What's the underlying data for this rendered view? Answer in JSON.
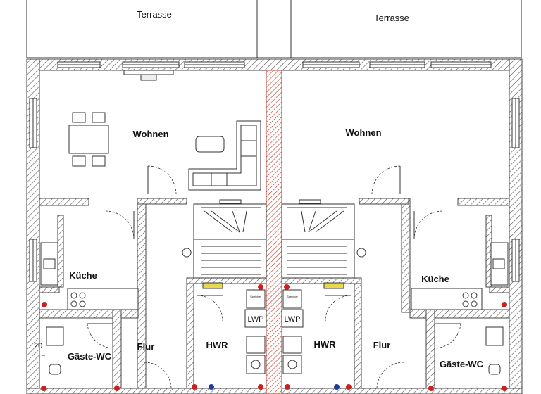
{
  "plan": {
    "terraces": [
      "Terrasse",
      "Terrasse"
    ],
    "rooms": {
      "wohnen_left": "Wohnen",
      "wohnen_right": "Wohnen",
      "kueche_left": "Küche",
      "kueche_right": "Küche",
      "flur_left": "Flur",
      "flur_right": "Flur",
      "hwr_left": "HWR",
      "hwr_right": "HWR",
      "gaeste_wc_left": "Gäste-WC",
      "gaeste_wc_right": "Gäste-WC"
    },
    "equipment": {
      "lwp_left": "LWP",
      "lwp_right": "LWP",
      "speicher_left": "Speicher",
      "speicher_right": "Speicher"
    },
    "dimension_note": "20",
    "colors": {
      "party_wall": "#c0392b",
      "socket": "#cc1f1f",
      "alt_socket": "#1f3b99",
      "lamp": "#e8d84a"
    }
  }
}
